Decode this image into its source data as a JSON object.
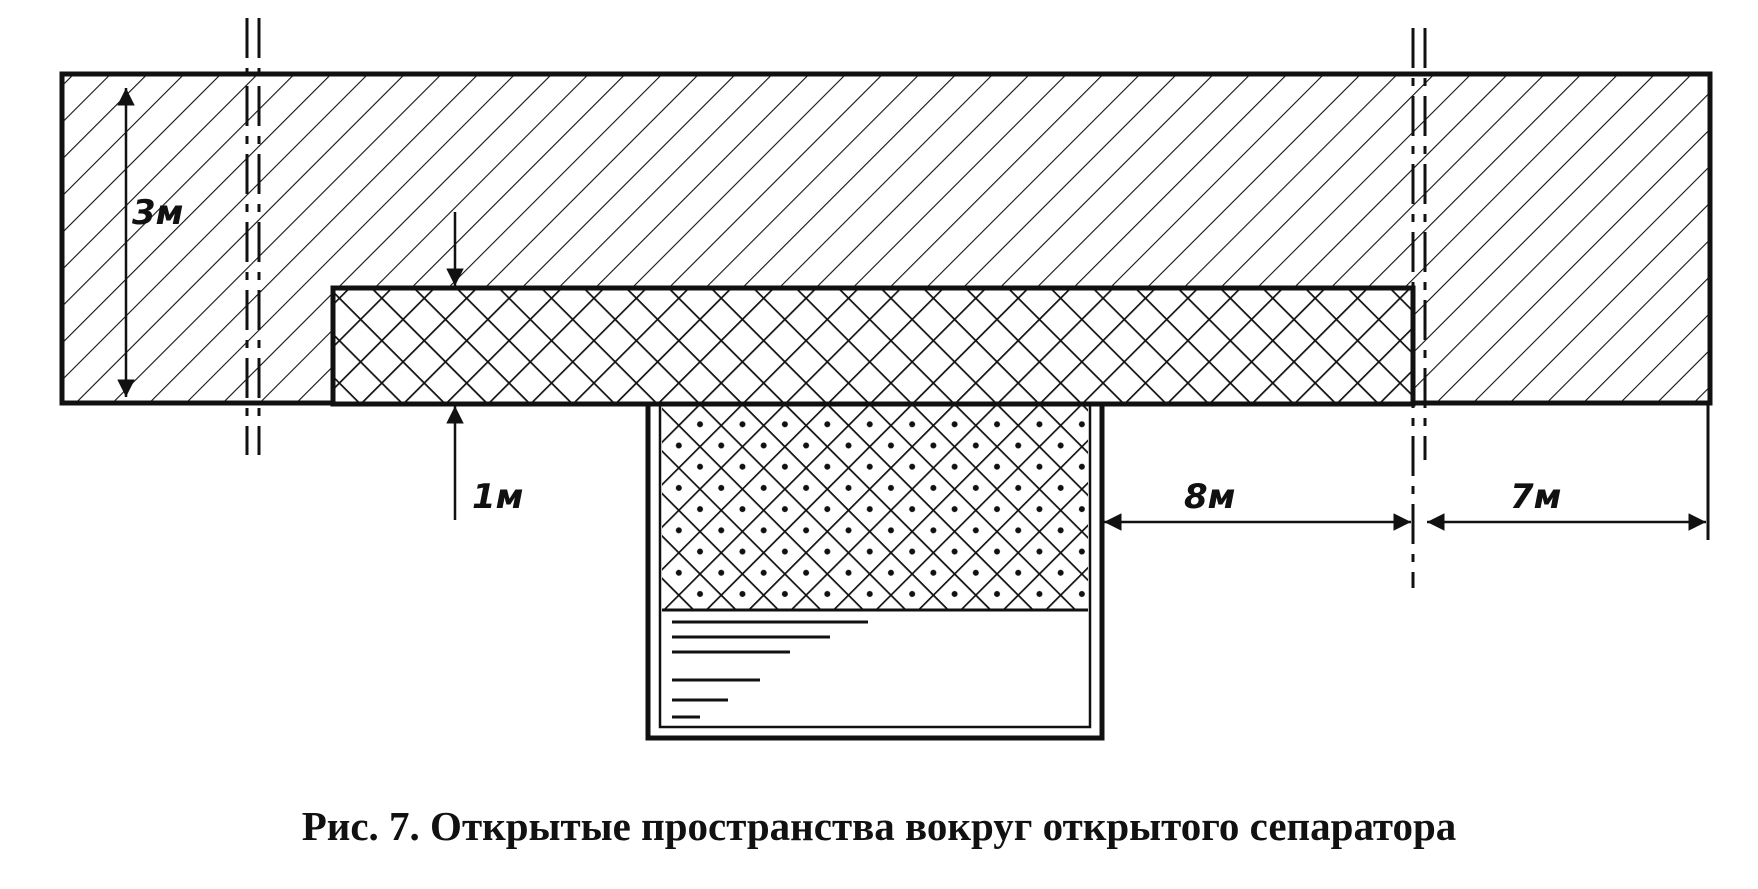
{
  "figure": {
    "caption": "Рис. 7. Открытые пространства вокруг открытого сепаратора"
  },
  "dimensions": {
    "height_upper_zone": "3м",
    "height_inner_zone": "1м",
    "distance_to_border": "8м",
    "distance_outer": "7м"
  },
  "colors": {
    "ink": "#111111",
    "background": "#ffffff"
  }
}
